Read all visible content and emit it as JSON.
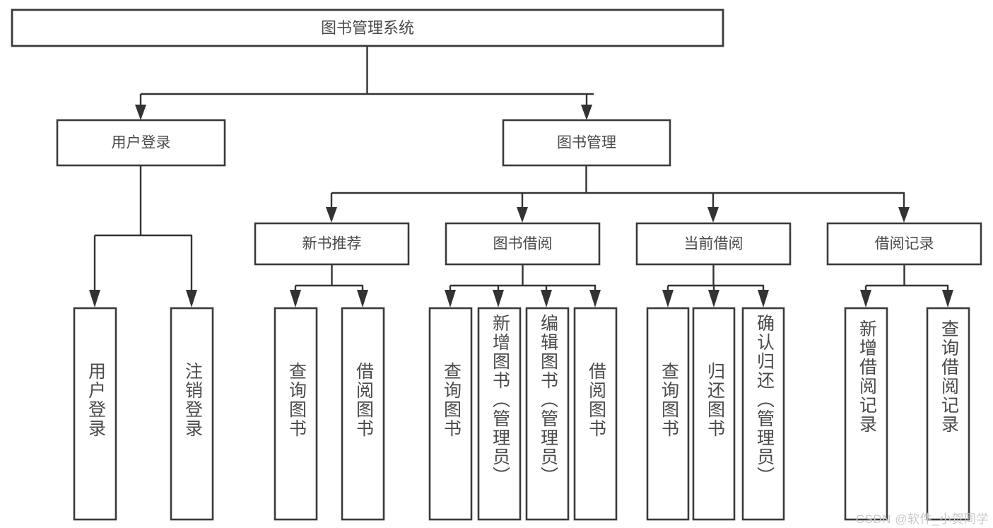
{
  "diagram": {
    "title": "图书管理系统",
    "type": "tree",
    "orientation": "top-down",
    "colors": {
      "box_stroke": "#3a3a3a",
      "box_fill": "#ffffff",
      "connector": "#333333",
      "text": "#4a4a4a",
      "watermark": "#c9c9c9",
      "background": "#ffffff"
    },
    "root": {
      "label": "图书管理系统"
    },
    "level2": [
      {
        "id": "user-login",
        "label": "用户登录"
      },
      {
        "id": "book-manage",
        "label": "图书管理"
      }
    ],
    "level3": [
      {
        "id": "new-book-recommend",
        "label": "新书推荐",
        "parent": "book-manage"
      },
      {
        "id": "book-borrow",
        "label": "图书借阅",
        "parent": "book-manage"
      },
      {
        "id": "current-borrow",
        "label": "当前借阅",
        "parent": "book-manage"
      },
      {
        "id": "borrow-record",
        "label": "借阅记录",
        "parent": "book-manage"
      }
    ],
    "leaves": {
      "user-login": [
        {
          "id": "leaf-user-login",
          "label": "用户登录"
        },
        {
          "id": "leaf-user-logout",
          "label": "注销登录"
        }
      ],
      "new-book-recommend": [
        {
          "id": "leaf-query-book-1",
          "label": "查询图书"
        },
        {
          "id": "leaf-borrow-book-1",
          "label": "借阅图书"
        }
      ],
      "book-borrow": [
        {
          "id": "leaf-query-book-2",
          "label": "查询图书"
        },
        {
          "id": "leaf-add-book",
          "label": "新增图书（管理员）"
        },
        {
          "id": "leaf-edit-book",
          "label": "编辑图书（管理员）"
        },
        {
          "id": "leaf-borrow-book-2",
          "label": "借阅图书"
        }
      ],
      "current-borrow": [
        {
          "id": "leaf-query-book-3",
          "label": "查询图书"
        },
        {
          "id": "leaf-return-book",
          "label": "归还图书"
        },
        {
          "id": "leaf-confirm-return",
          "label": "确认归还（管理员）"
        }
      ],
      "borrow-record": [
        {
          "id": "leaf-add-record",
          "label": "新增借阅记录"
        },
        {
          "id": "leaf-query-record",
          "label": "查询借阅记录"
        }
      ]
    },
    "watermark": "CSDN @软件_小贺同学"
  }
}
